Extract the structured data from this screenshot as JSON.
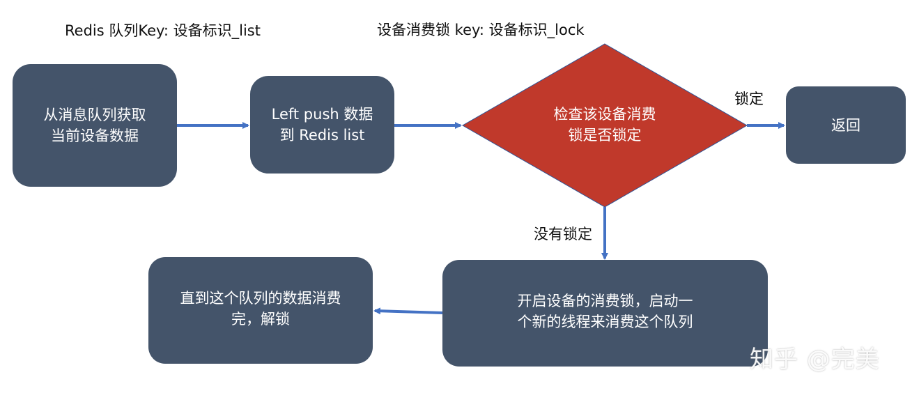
{
  "captions": {
    "queue_key": "Redis 队列Key: 设备标识_list",
    "lock_key": "设备消费锁 key: 设备标识_lock"
  },
  "nodes": {
    "fetch": {
      "line1": "从消息队列获取",
      "line2": "当前设备数据"
    },
    "push": {
      "line1": "Left push 数据",
      "line2": "到 Redis list"
    },
    "check": {
      "line1": "检查该设备消费",
      "line2": "锁是否锁定"
    },
    "return": {
      "label": "返回"
    },
    "start": {
      "line1": "开启设备的消费锁，启动一",
      "line2": "个新的线程来消费这个队列"
    },
    "finish": {
      "line1": "直到这个队列的数据消费",
      "line2": "完，解锁"
    }
  },
  "edge_labels": {
    "locked": "锁定",
    "not_locked": "没有锁定"
  },
  "watermark": "知乎 @完美",
  "colors": {
    "box_fill": "#44546a",
    "diamond_fill": "#c0392b",
    "arrow": "#4472c4"
  }
}
